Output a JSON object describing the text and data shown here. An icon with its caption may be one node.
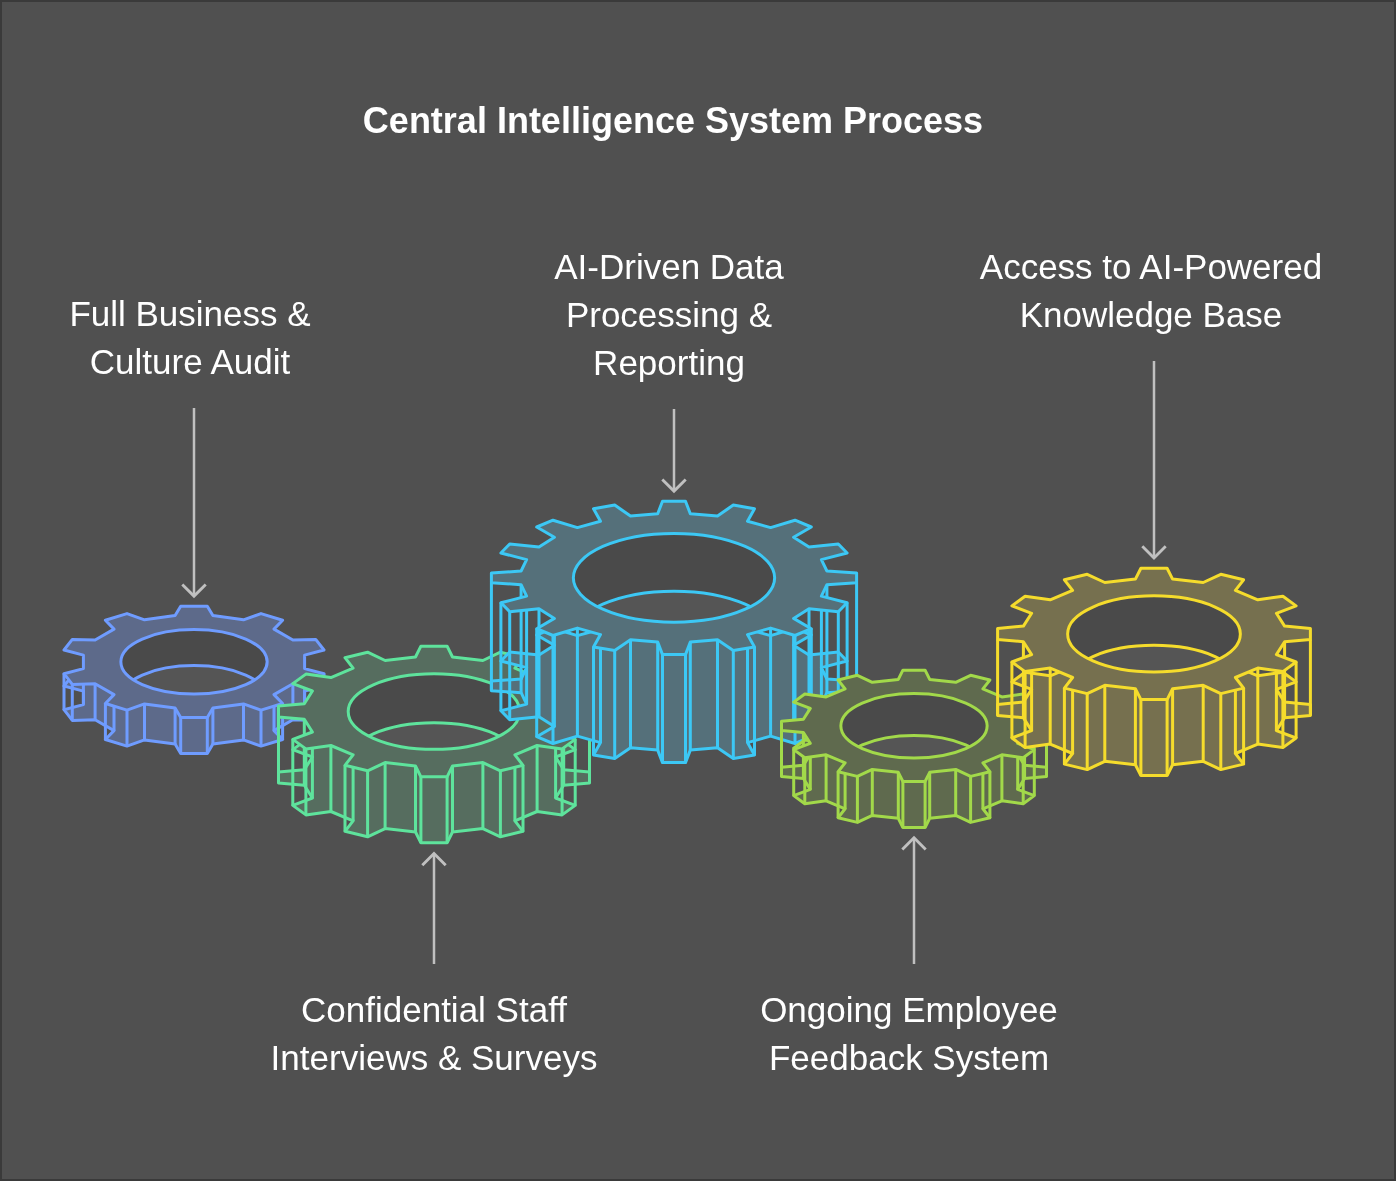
{
  "diagram": {
    "title": "Central Intelligence System Process",
    "nodes": [
      {
        "text": [
          "Full Business & Culture Audit"
        ]
      },
      {
        "text": [
          "AI-Driven Data Processing & Reporting"
        ]
      },
      {
        "text": [
          "Access to AI-Powered Knowledge Base"
        ]
      },
      {
        "text": [],
        "shape": "gear"
      },
      {
        "text": [],
        "shape": "gear"
      },
      {
        "text": [],
        "shape": "gear"
      },
      {
        "text": [],
        "shape": "gear"
      },
      {
        "text": [],
        "shape": "gear"
      },
      {
        "text": [
          "Confidential Staff Interviews & Surveys"
        ]
      },
      {
        "text": [
          "Ongoing Employee Feedback System"
        ]
      }
    ],
    "edges": [
      {
        "from": 0,
        "to": 3,
        "arrow": "to"
      },
      {
        "from": 1,
        "to": 5,
        "arrow": "to"
      },
      {
        "from": 2,
        "to": 7,
        "arrow": "to"
      },
      {
        "from": 8,
        "to": 4,
        "arrow": "to"
      },
      {
        "from": 9,
        "to": 6,
        "arrow": "to"
      }
    ]
  }
}
